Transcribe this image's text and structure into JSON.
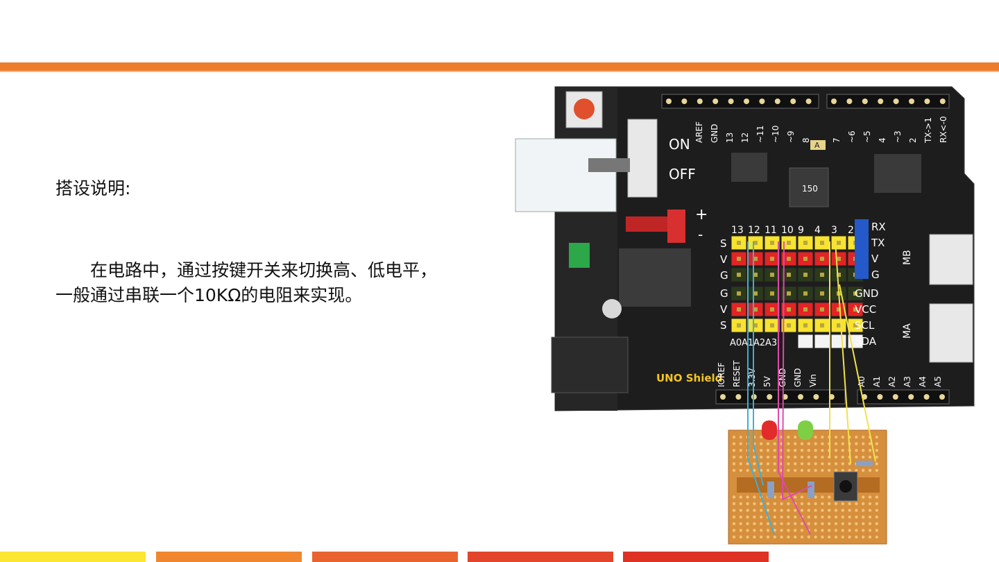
{
  "slide": {
    "heading": "搭设说明:",
    "paragraph": "在电路中，通过按键开关来切换高、低电平，一般通过串联一个10KΩ的电阻来实现。"
  },
  "colors": {
    "accent_orange": "#ee7d2b",
    "footer": [
      "#fbe634",
      "#f0872f",
      "#e9632e",
      "#e2452b",
      "#de3225"
    ]
  },
  "board": {
    "switch_on": "ON",
    "switch_off": "OFF",
    "plus": "+",
    "minus": "-",
    "top_pins": [
      "AREF",
      "GND",
      "13",
      "12",
      "~11",
      "~10",
      "~9",
      "8",
      "7",
      "~6",
      "~5",
      "4",
      "~3",
      "2",
      "TX->1",
      "RX<-0"
    ],
    "digital_header": [
      "13",
      "12",
      "11",
      "10",
      "9",
      "4",
      "3",
      "2"
    ],
    "row_s": "S",
    "row_v": "V",
    "row_g": "G",
    "uart": [
      "RX",
      "TX",
      "V",
      "G"
    ],
    "i2c": [
      "GND",
      "VCC",
      "SCL",
      "SDA"
    ],
    "analog_header": [
      "A0",
      "A1",
      "A2",
      "A3"
    ],
    "bottom_pins": [
      "IOREF",
      "RESET",
      "3.3V",
      "5V",
      "GND",
      "GND",
      "Vin",
      "A0",
      "A1",
      "A2",
      "A3",
      "A4",
      "A5"
    ],
    "chip_a": "A",
    "inductor": "150",
    "brand": "UNO Shield",
    "mb": "MB",
    "ma": "MA"
  }
}
